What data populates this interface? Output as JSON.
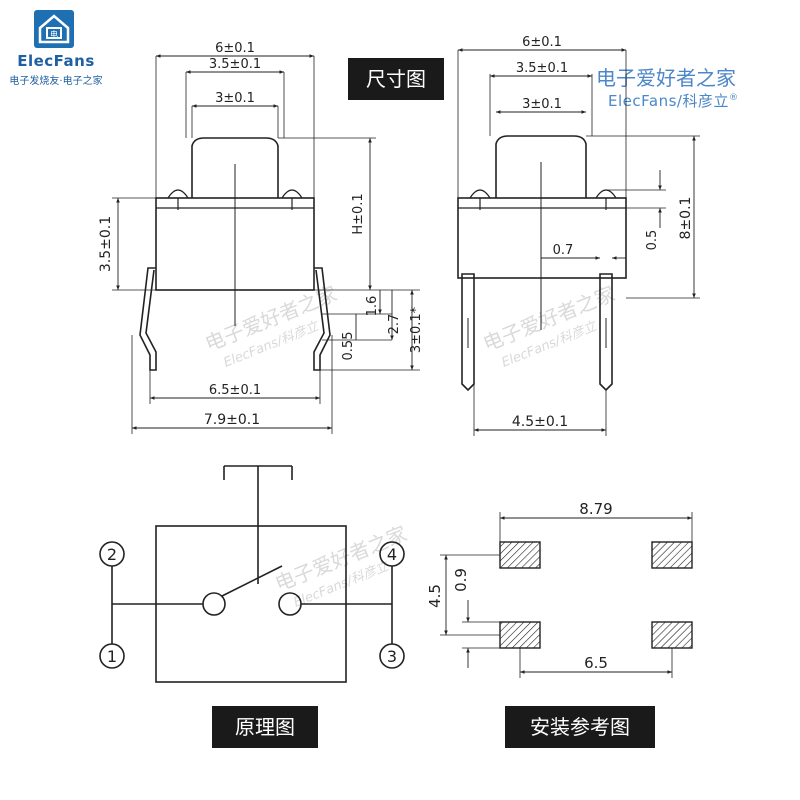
{
  "logo": {
    "brand": "ElecFans",
    "cn": "电子发烧友·电子之家"
  },
  "watermark": {
    "cn": "电子爱好者之家",
    "en": "ElecFans/科彦立",
    "reg": "®"
  },
  "captions": {
    "dimensions": "尺寸图",
    "schematic": "原理图",
    "footprint": "安装参考图"
  },
  "dims": {
    "front": {
      "w6": "6±0.1",
      "w35": "3.5±0.1",
      "w3": "3±0.1",
      "h": "H±0.1",
      "body": "3.5±0.1",
      "d16": "1.6",
      "d27": "2.7",
      "d055": "0.55",
      "d3": "3±0.1*",
      "w65": "6.5±0.1",
      "w79": "7.9±0.1"
    },
    "side": {
      "w6": "6±0.1",
      "w35": "3.5±0.1",
      "w3": "3±0.1",
      "h8": "8±0.1",
      "d05": "0.5",
      "d07": "0.7",
      "w45": "4.5±0.1"
    }
  },
  "schematic": {
    "pins": [
      "2",
      "4",
      "1",
      "3"
    ]
  },
  "footprint": {
    "w879": "8.79",
    "h45": "4.5",
    "h09": "0.9",
    "w65": "6.5"
  }
}
